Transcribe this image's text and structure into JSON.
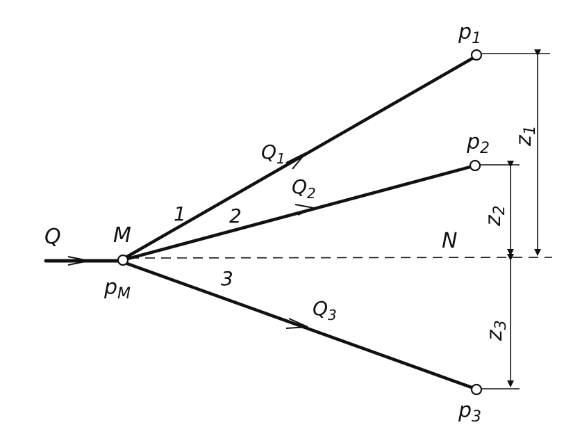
{
  "colors": {
    "ink": "#111111",
    "background": "#ffffff"
  },
  "labels": {
    "inflow": "Q",
    "junction": "M",
    "junction_pressure": "p",
    "junction_pressure_sub": "M",
    "datum": "N",
    "pipe1_number": "1",
    "pipe2_number": "2",
    "pipe3_number": "3",
    "flow1": "Q",
    "flow1_sub": "1",
    "flow2": "Q",
    "flow2_sub": "2",
    "flow3": "Q",
    "flow3_sub": "3",
    "end1_pressure": "p",
    "end1_pressure_sub": "1",
    "end2_pressure": "p",
    "end2_pressure_sub": "2",
    "end3_pressure": "p",
    "end3_pressure_sub": "3",
    "height1": "z",
    "height1_sub": "1",
    "height2": "z",
    "height2_sub": "2",
    "height3": "z",
    "height3_sub": "3"
  }
}
